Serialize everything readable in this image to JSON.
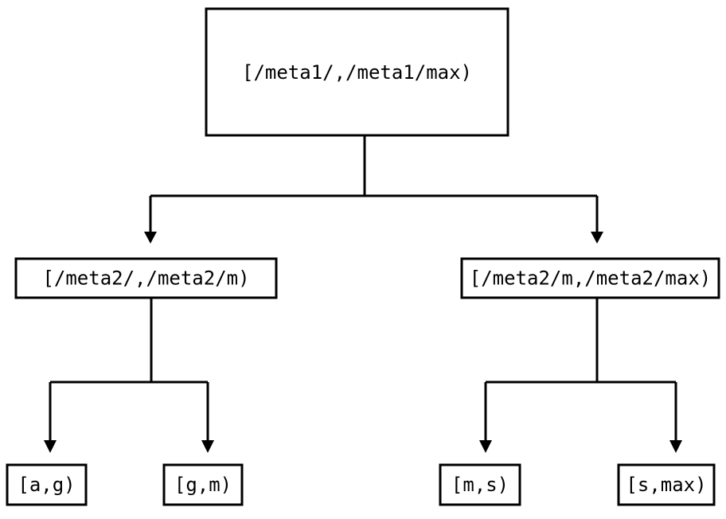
{
  "diagram": {
    "type": "tree",
    "title": "",
    "background_color": "#ffffff",
    "stroke_color": "#000000",
    "text_color": "#000000",
    "nodes": {
      "root": {
        "label": "[/meta1/,/meta1/max)",
        "level": 0
      },
      "level2_left": {
        "label": "[/meta2/,/meta2/m)",
        "level": 1
      },
      "level2_right": {
        "label": "[/meta2/m,/meta2/max)",
        "level": 1
      },
      "leaf_1": {
        "label": "[a,g)",
        "level": 2
      },
      "leaf_2": {
        "label": "[g,m)",
        "level": 2
      },
      "leaf_3": {
        "label": "[m,s)",
        "level": 2
      },
      "leaf_4": {
        "label": "[s,max)",
        "level": 2
      }
    },
    "edges": [
      {
        "from": "root",
        "to": "level2_left",
        "arrow": "down-triangle"
      },
      {
        "from": "root",
        "to": "level2_right",
        "arrow": "down-triangle"
      },
      {
        "from": "level2_left",
        "to": "leaf_1",
        "arrow": "down-triangle"
      },
      {
        "from": "level2_left",
        "to": "leaf_2",
        "arrow": "down-triangle"
      },
      {
        "from": "level2_right",
        "to": "leaf_3",
        "arrow": "down-triangle"
      },
      {
        "from": "level2_right",
        "to": "leaf_4",
        "arrow": "down-triangle"
      }
    ]
  }
}
